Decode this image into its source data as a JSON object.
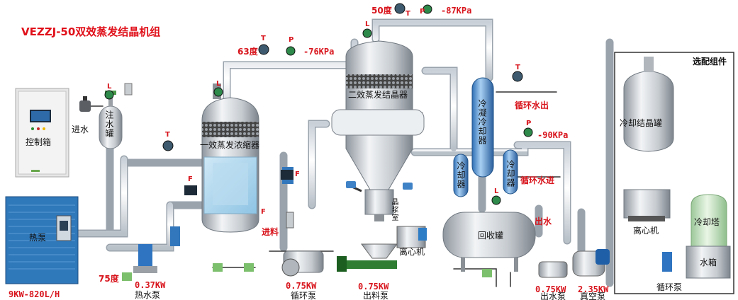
{
  "title": "VEZZJ-50双效蒸发结晶机组",
  "optional": {
    "header": "选配组件",
    "cooling_crystallizer": "冷却结晶罐",
    "centrifuge": "离心机",
    "cooling_tower": "冷却塔",
    "water_tank": "水箱",
    "circ_pump": "循环泵"
  },
  "equipment": {
    "control_box": "控制箱",
    "heat_pump": "热泵",
    "heat_pump_spec": "9KW-820L/H",
    "water_in": "进水",
    "water_injection_tank": "注水罐",
    "effect1": "一效蒸发浓缩器",
    "effect2": "二效蒸发结晶器",
    "condenser": "冷凝冷却器",
    "cooler_a": "冷却器",
    "cooler_b": "冷却器",
    "recovery_tank": "回收罐",
    "salt_chamber": "晶浆室",
    "centrifuge": "离心机",
    "feed": "进料",
    "water_out": "出水",
    "circ_out": "循环水出",
    "circ_in": "循环水进"
  },
  "readings": {
    "t_hot": "75度",
    "t_e1": "63度",
    "p_e1": "-76KPa",
    "t_e2": "50度",
    "p_e2": "-87KPa",
    "p_vac": "-90KPa"
  },
  "pumps": [
    {
      "power": "0.37KW",
      "name": "热水泵"
    },
    {
      "power": "0.75KW",
      "name": "循环泵"
    },
    {
      "power": "0.75KW",
      "name": "出料泵"
    },
    {
      "power": "0.75KW",
      "name": "出水泵"
    },
    {
      "power": "2.35KW",
      "name": "真空泵"
    }
  ],
  "gauge_letters": {
    "t": "T",
    "p": "P",
    "l": "L",
    "f": "F"
  }
}
